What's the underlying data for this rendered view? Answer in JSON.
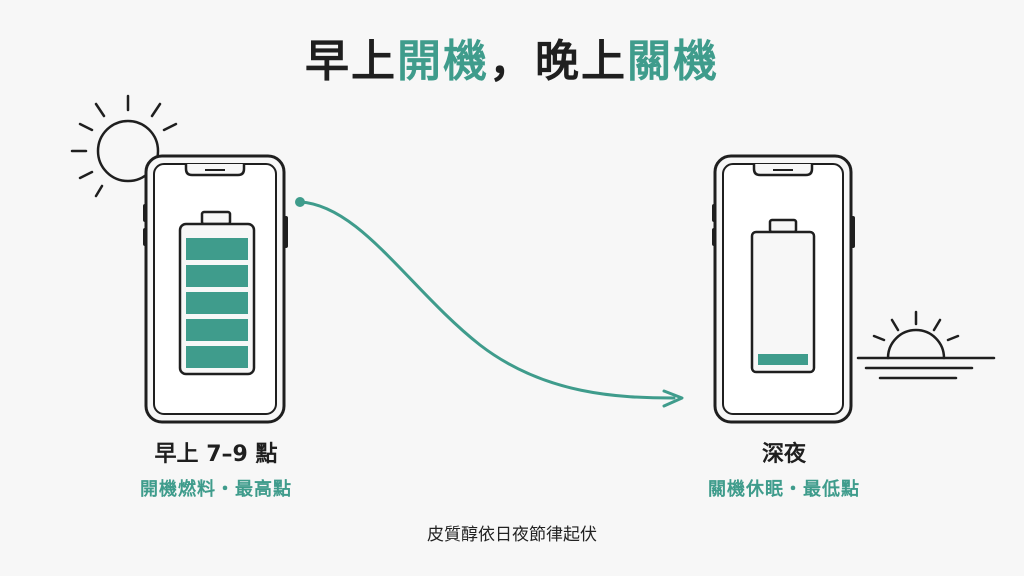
{
  "title": {
    "part1": "早上",
    "part2": "開機",
    "part3": "，晚上",
    "part4": "關機"
  },
  "morning": {
    "time_label": "早上 7–9 點",
    "desc": "開機燃料・最高點",
    "battery_level": 1.0
  },
  "night": {
    "time_label": "深夜",
    "desc": "關機休眠・最低點",
    "battery_level": 0.2
  },
  "footer": "皮質醇依日夜節律起伏",
  "colors": {
    "accent": "#3f9c8c",
    "ink": "#1f1f1f"
  },
  "icons": [
    "sun-icon",
    "sunset-icon",
    "phone-icon",
    "battery-icon",
    "arrow-icon"
  ]
}
